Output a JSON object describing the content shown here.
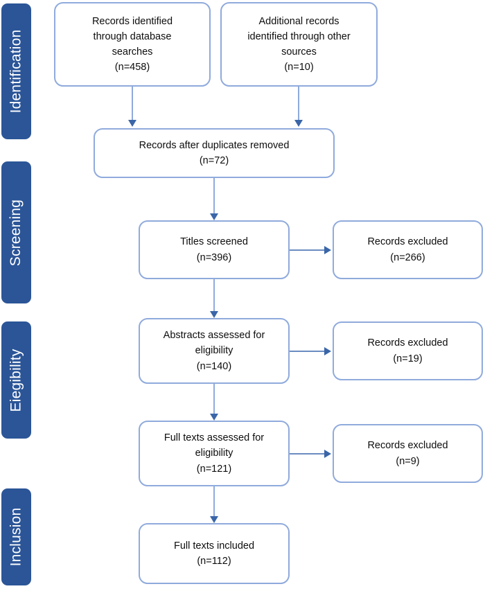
{
  "diagram": {
    "title": "PRISMA study selection flow diagram",
    "colors": {
      "stage_bar_fill": "#2B5597",
      "stage_bar_text": "#FFFFFF",
      "box_border": "#8FAADC",
      "box_fill": "#FFFFFF",
      "box_text": "#0D0D0D",
      "connector_line": "#8FAADC",
      "arrow_head": "#3A66A8",
      "background": "#FFFFFF"
    }
  },
  "stages": [
    {
      "id": "identification",
      "label": "Identification"
    },
    {
      "id": "screening",
      "label": "Screening"
    },
    {
      "id": "eligibility",
      "label": "Eiegibility"
    },
    {
      "id": "inclusion",
      "label": "Inclusion"
    }
  ],
  "boxes": {
    "records_database": {
      "id": "records-identified-database",
      "text": "Records identified\nthrough database\nsearches\n(n=458)",
      "count_label": "(n=458)",
      "count": 458
    },
    "records_other": {
      "id": "additional-records-other-sources",
      "text": "Additional records\nidentified through other\nsources\n(n=10)",
      "count_label": "(n=10)",
      "count": 10
    },
    "duplicates_removed": {
      "id": "records-after-duplicates-removed",
      "text": "Records after duplicates removed\n(n=72)",
      "count_label": "(n=72)",
      "count": 72
    },
    "titles_screened": {
      "id": "titles-screened",
      "text": "Titles screened\n(n=396)",
      "count_label": "(n=396)",
      "count": 396
    },
    "excluded_titles": {
      "id": "records-excluded-titles",
      "text": "Records excluded\n(n=266)",
      "count_label": "(n=266)",
      "count": 266
    },
    "abstracts_assessed": {
      "id": "abstracts-assessed-eligibility",
      "text": "Abstracts assessed for\neligibility\n(n=140)",
      "count_label": "(n=140)",
      "count": 140
    },
    "excluded_abstracts": {
      "id": "records-excluded-abstracts",
      "text": "Records excluded\n(n=19)",
      "count_label": "(n=19)",
      "count": 19
    },
    "fulltexts_assessed": {
      "id": "full-texts-assessed-eligibility",
      "text": "Full texts assessed for\neligibility\n(n=121)",
      "count_label": "(n=121)",
      "count": 121
    },
    "excluded_fulltexts": {
      "id": "records-excluded-fulltexts",
      "text": "Records excluded\n(n=9)",
      "count_label": "(n=9)",
      "count": 9
    },
    "fulltexts_included": {
      "id": "full-texts-included",
      "text": "Full texts included\n(n=112)",
      "count_label": "(n=112)",
      "count": 112
    }
  },
  "chart_data": {
    "type": "diagram",
    "title": "PRISMA flow diagram",
    "nodes": [
      {
        "id": "records_database",
        "stage": "Identification",
        "label": "Records identified through database searches",
        "n": 458
      },
      {
        "id": "records_other",
        "stage": "Identification",
        "label": "Additional records identified through other sources",
        "n": 10
      },
      {
        "id": "duplicates_removed",
        "stage": "Identification",
        "label": "Records after duplicates removed",
        "n": 72
      },
      {
        "id": "titles_screened",
        "stage": "Screening",
        "label": "Titles screened",
        "n": 396
      },
      {
        "id": "excluded_titles",
        "stage": "Screening",
        "label": "Records excluded",
        "n": 266
      },
      {
        "id": "abstracts_assessed",
        "stage": "Eiegibility",
        "label": "Abstracts assessed for eligibility",
        "n": 140
      },
      {
        "id": "excluded_abstracts",
        "stage": "Eiegibility",
        "label": "Records excluded",
        "n": 19
      },
      {
        "id": "fulltexts_assessed",
        "stage": "Eiegibility",
        "label": "Full texts assessed for eligibility",
        "n": 121
      },
      {
        "id": "excluded_fulltexts",
        "stage": "Eiegibility",
        "label": "Records excluded",
        "n": 9
      },
      {
        "id": "fulltexts_included",
        "stage": "Inclusion",
        "label": "Full texts included",
        "n": 112
      }
    ],
    "edges": [
      {
        "from": "records_database",
        "to": "duplicates_removed",
        "direction": "down"
      },
      {
        "from": "records_other",
        "to": "duplicates_removed",
        "direction": "down"
      },
      {
        "from": "duplicates_removed",
        "to": "titles_screened",
        "direction": "down"
      },
      {
        "from": "titles_screened",
        "to": "excluded_titles",
        "direction": "right"
      },
      {
        "from": "titles_screened",
        "to": "abstracts_assessed",
        "direction": "down"
      },
      {
        "from": "abstracts_assessed",
        "to": "excluded_abstracts",
        "direction": "right"
      },
      {
        "from": "abstracts_assessed",
        "to": "fulltexts_assessed",
        "direction": "down"
      },
      {
        "from": "fulltexts_assessed",
        "to": "excluded_fulltexts",
        "direction": "right"
      },
      {
        "from": "fulltexts_assessed",
        "to": "fulltexts_included",
        "direction": "down"
      }
    ]
  }
}
